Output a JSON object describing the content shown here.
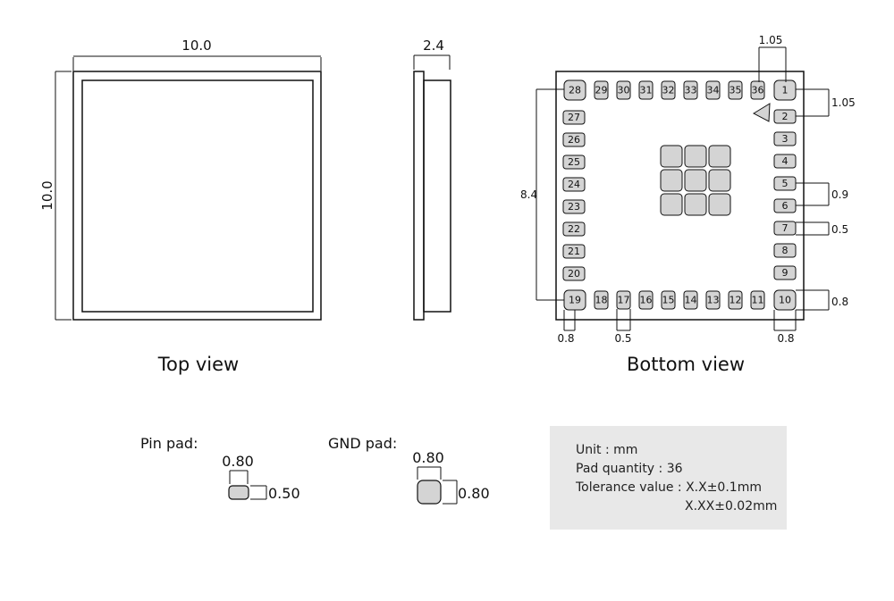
{
  "top_view": {
    "caption": "Top view",
    "width_label": "10.0",
    "height_label": "10.0"
  },
  "side_view": {
    "thickness_label": "2.4"
  },
  "bottom_view": {
    "caption": "Bottom view",
    "top_pins": [
      "28",
      "29",
      "30",
      "31",
      "32",
      "33",
      "34",
      "35",
      "36",
      "1"
    ],
    "left_pins": [
      "27",
      "26",
      "25",
      "24",
      "23",
      "22",
      "21",
      "20"
    ],
    "bottom_pins": [
      "19",
      "18",
      "17",
      "16",
      "15",
      "14",
      "13",
      "12",
      "11",
      "10"
    ],
    "right_pins": [
      "2",
      "3",
      "4",
      "5",
      "6",
      "7",
      "8",
      "9"
    ],
    "dims": {
      "pitch_top": "1.05",
      "pitch_right": "1.05",
      "span": "8.4",
      "pin_pitch": "0.9",
      "pin_width": "0.5",
      "corner_height": "0.8",
      "corner_left": "0.8",
      "bottom_pin_width": "0.5",
      "corner_right": "0.8"
    }
  },
  "pads": {
    "pin_pad_label": "Pin pad:",
    "pin_pad_width": "0.80",
    "pin_pad_height": "0.50",
    "gnd_pad_label": "GND pad:",
    "gnd_pad_width": "0.80",
    "gnd_pad_height": "0.80"
  },
  "info": {
    "unit": "Unit : mm",
    "quantity": "Pad quantity : 36",
    "tolerance1": "Tolerance value : X.X±0.1mm",
    "tolerance2": "X.XX±0.02mm"
  },
  "colors": {
    "pad_fill": "#d4d4d4",
    "outline": "#111111",
    "info_bg": "#e8e8e8"
  }
}
